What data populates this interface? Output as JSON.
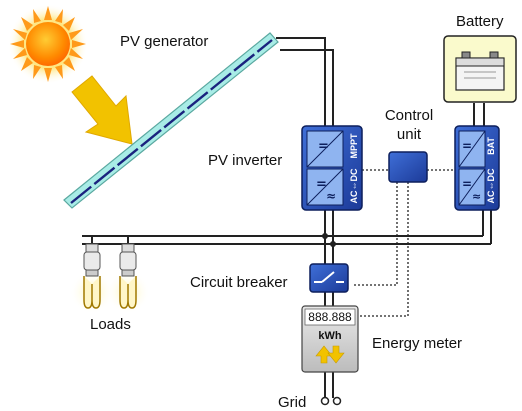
{
  "labels": {
    "pv_generator": "PV generator",
    "battery": "Battery",
    "control_unit": "Control\nunit",
    "pv_inverter": "PV inverter",
    "circuit_breaker": "Circuit breaker",
    "energy_meter": "Energy meter",
    "loads": "Loads",
    "grid": "Grid"
  },
  "inverter_tags": {
    "pv": {
      "top": "MPPT",
      "bottom": "AC⇔DC"
    },
    "battery": {
      "top": "BAT",
      "bottom": "AC⇔DC"
    }
  },
  "meter": {
    "digits": "888.888",
    "unit": "kWh"
  },
  "colors": {
    "sun": "#ff9900",
    "panel": "#a8ece6",
    "inverter": "#2a4fb8",
    "battery_bg": "#fafacc",
    "arrow": "#f2c200"
  }
}
